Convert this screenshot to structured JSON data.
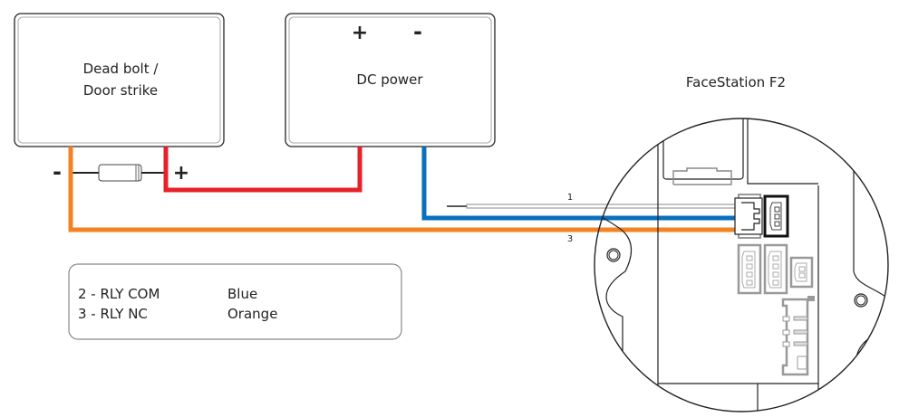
{
  "devices": {
    "deadbolt": {
      "line1": "Dead bolt /",
      "line2": "Door strike",
      "minus": "-",
      "plus": "+"
    },
    "dc_power": {
      "label": "DC power",
      "plus": "+",
      "minus": "-"
    },
    "facestation": {
      "title": "FaceStation F2"
    }
  },
  "wires": {
    "pin1_label": "1",
    "pin3_label": "3",
    "colors": {
      "red": "#e8202a",
      "blue": "#0a6fbd",
      "orange": "#f58220",
      "white": "#ffffff"
    }
  },
  "legend": {
    "rows": [
      {
        "pin": "2 - RLY COM",
        "color": "Blue"
      },
      {
        "pin": "3 - RLY NC",
        "color": "Orange"
      }
    ]
  }
}
